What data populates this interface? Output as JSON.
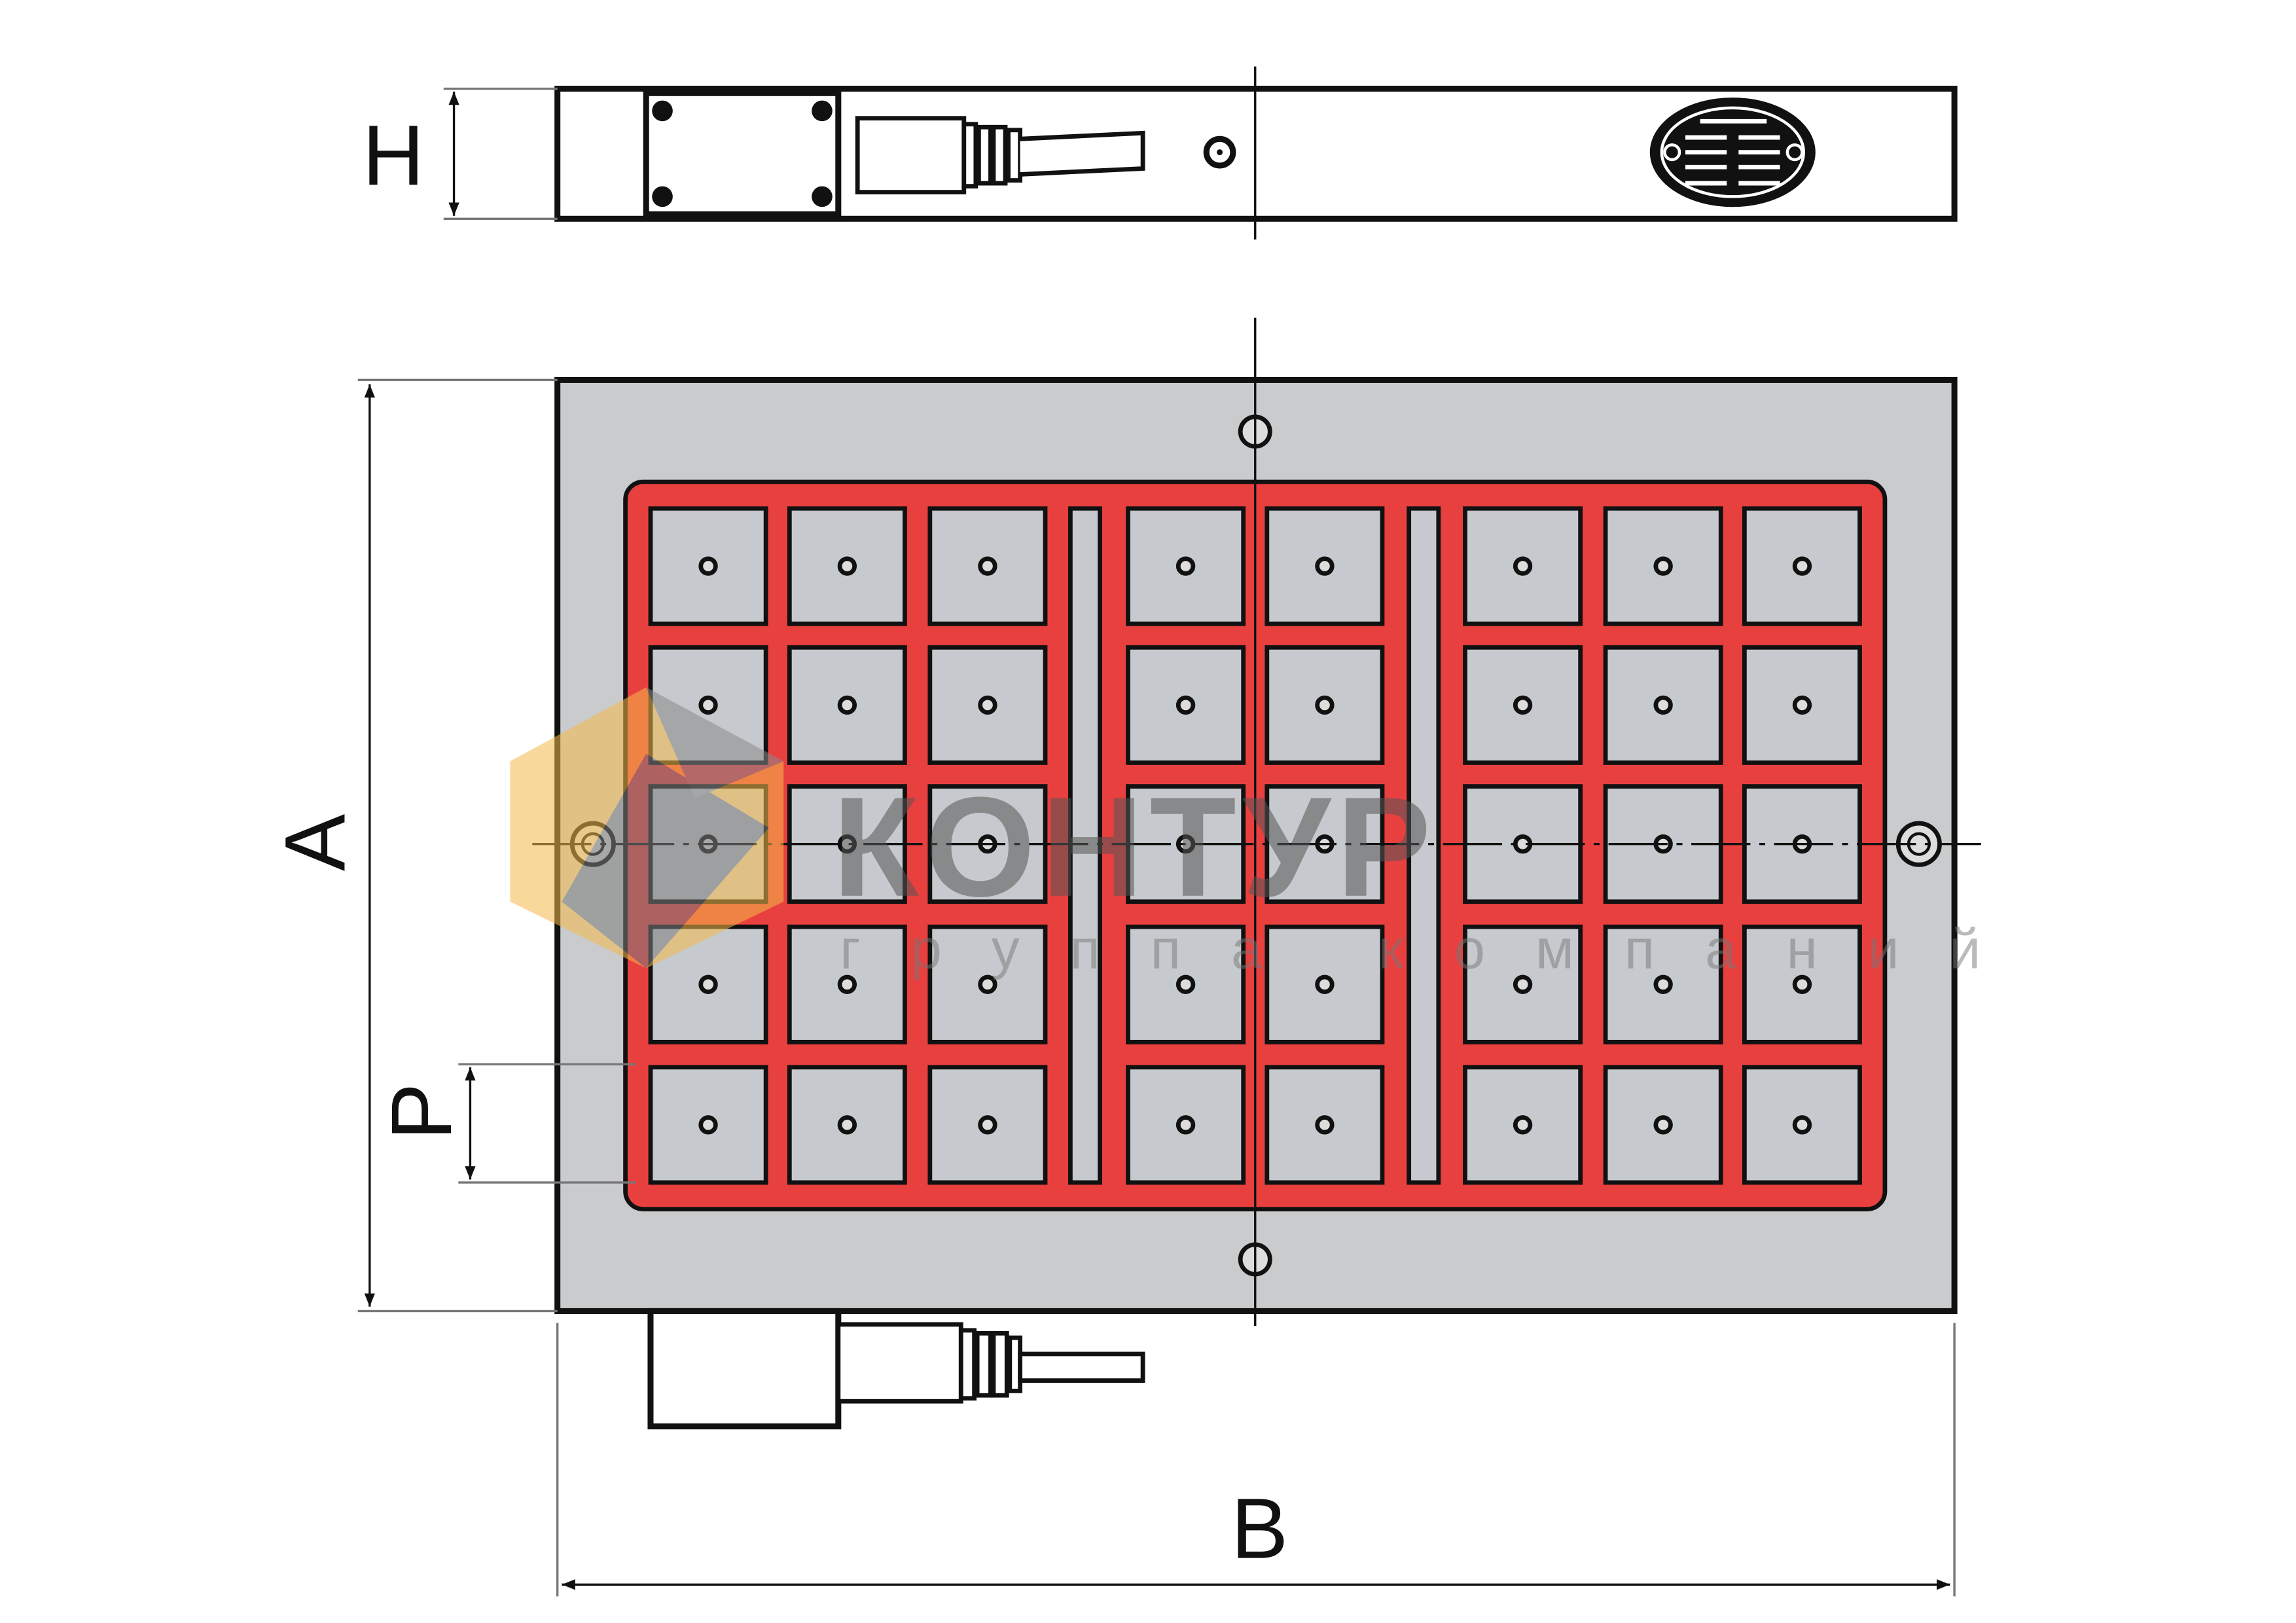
{
  "title": "Electro-permanent magnetic chuck drawing",
  "dimensions": {
    "height_label": "H",
    "width_label": "B",
    "length_label": "A",
    "pole_pitch_label": "P"
  },
  "grid": {
    "rows": 5,
    "pole_columns": 8,
    "separator_strips": 2
  },
  "watermark": {
    "brand": "КОНТУР",
    "subtitle": "группа компаний"
  },
  "colors": {
    "plate": "#c9cbcd",
    "pole_frame": "#e8403f",
    "pole": "#c6cace",
    "line": "#111111",
    "logo_orange": "#f5a623",
    "logo_gray": "#8a8a8a"
  }
}
